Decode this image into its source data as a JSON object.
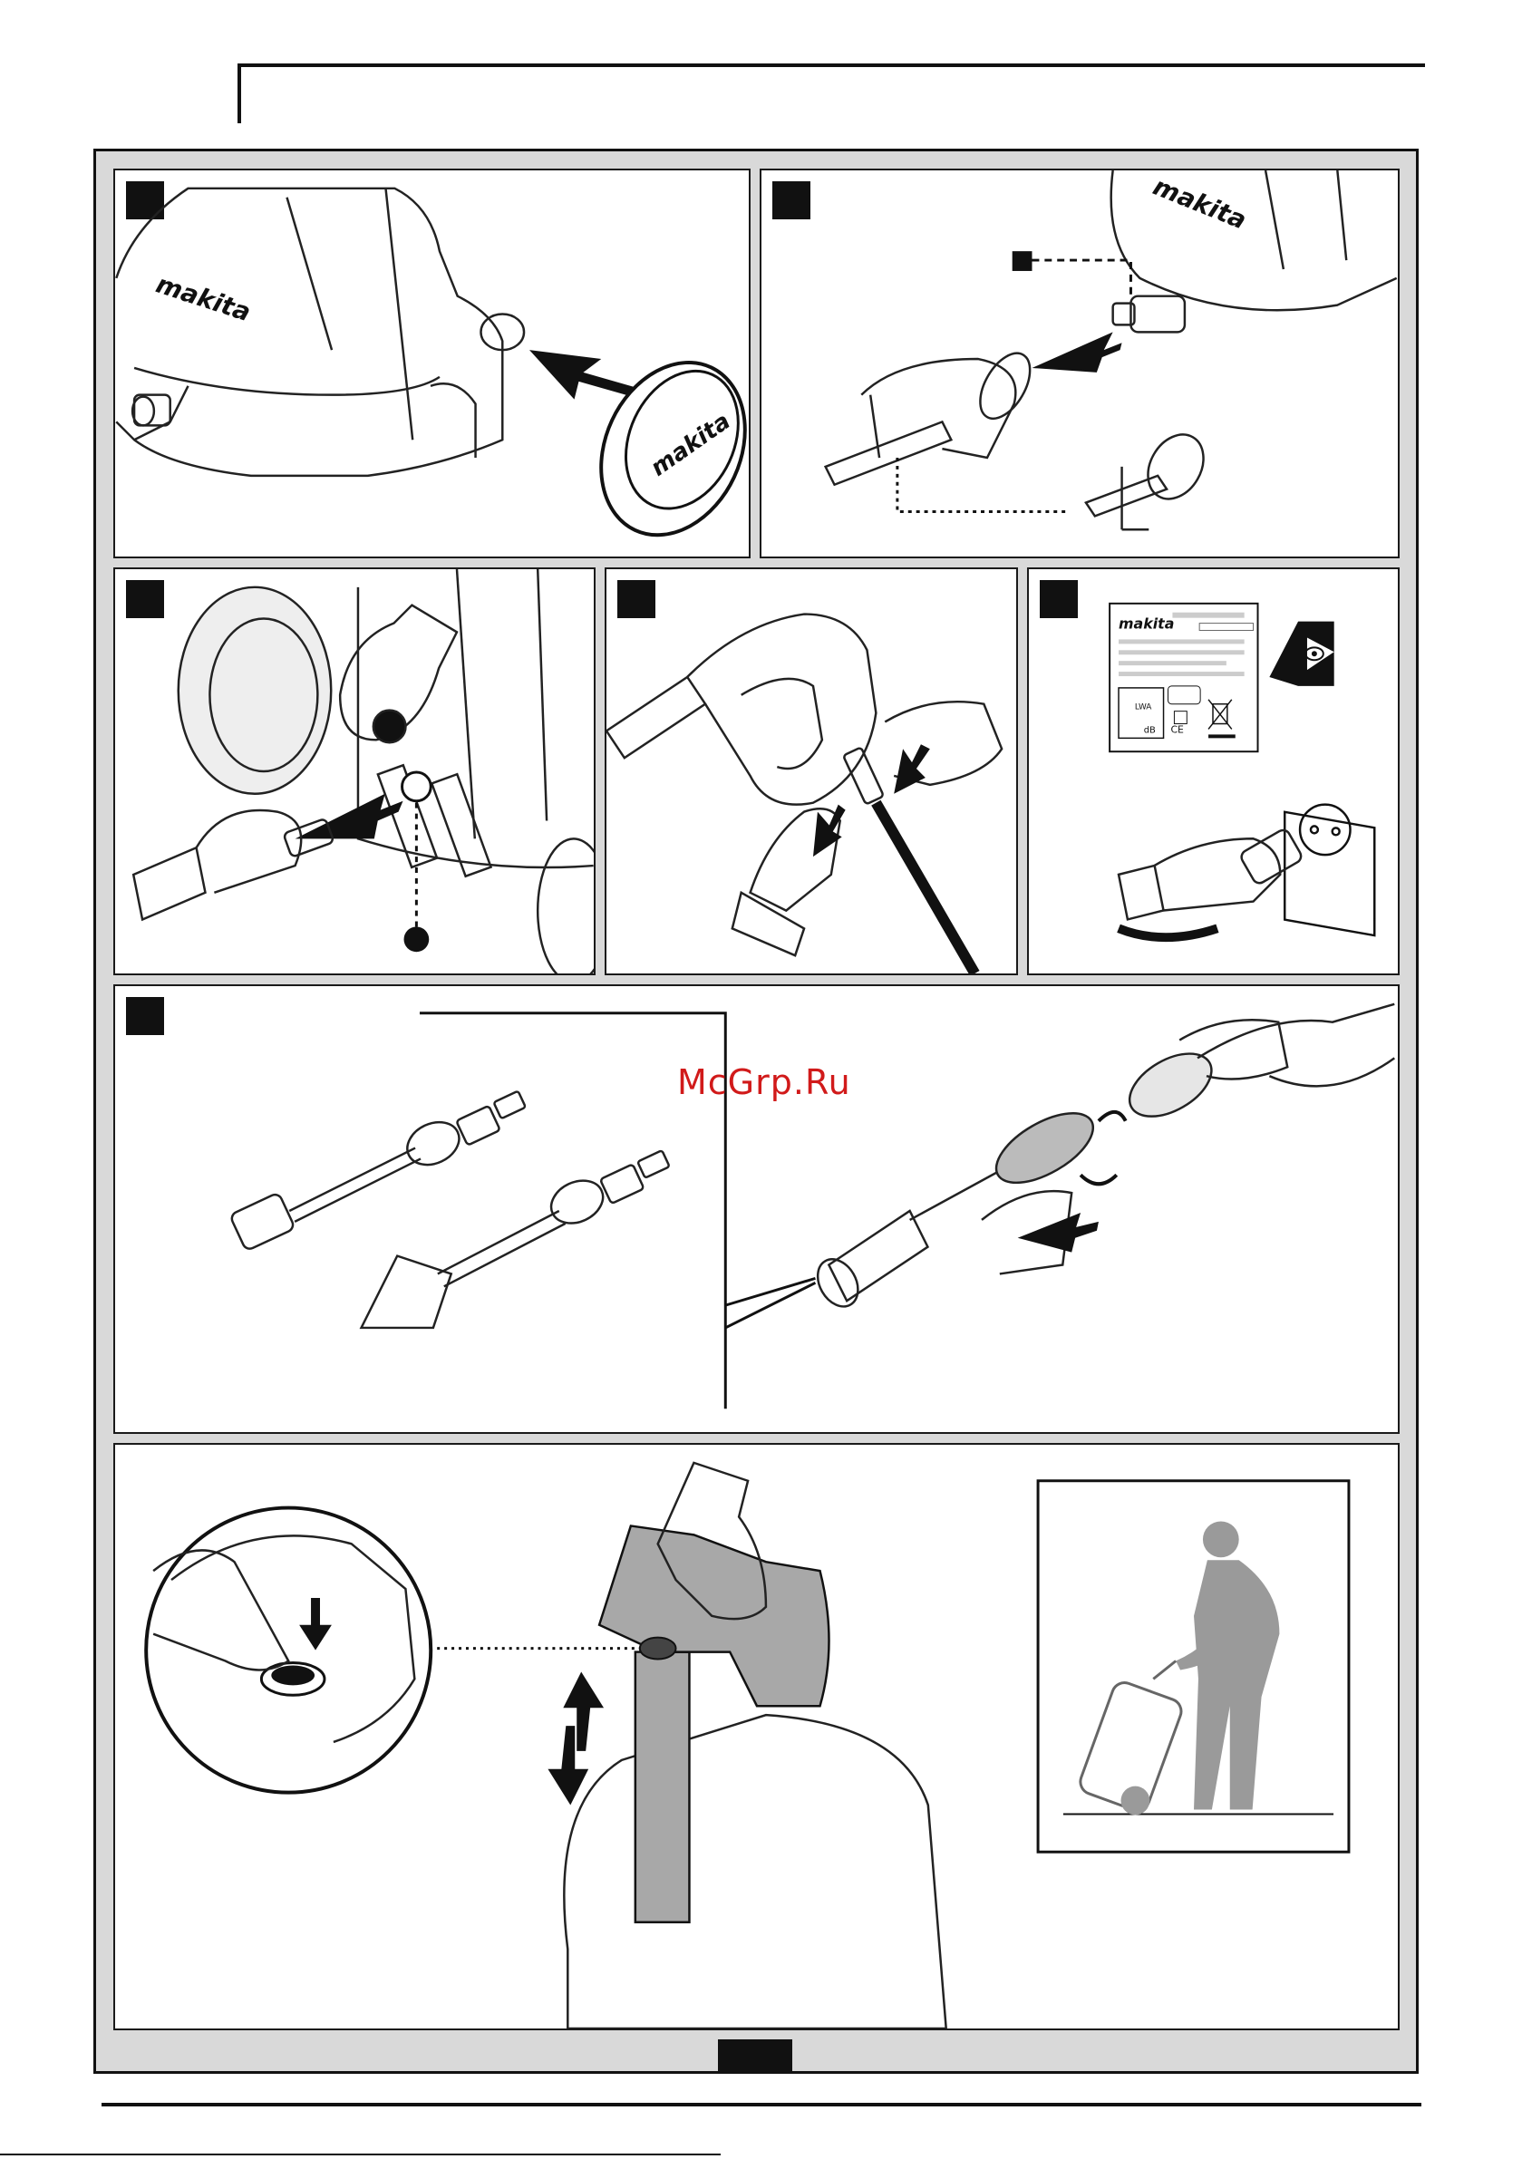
{
  "watermark": "McGrp.Ru",
  "brand": "makita",
  "label_plate": {
    "brand": "makita",
    "lwa": "LWA",
    "db": "dB",
    "ce": "CE"
  },
  "colors": {
    "frame": "#d9d9d9",
    "ink": "#111111",
    "accent": "#d11a1a",
    "silhouette": "#9a9a9a"
  },
  "icons": [
    "makita-logo",
    "read-manual-eye-icon",
    "weee-bin-icon",
    "arrow-icon",
    "person-silhouette-icon"
  ]
}
